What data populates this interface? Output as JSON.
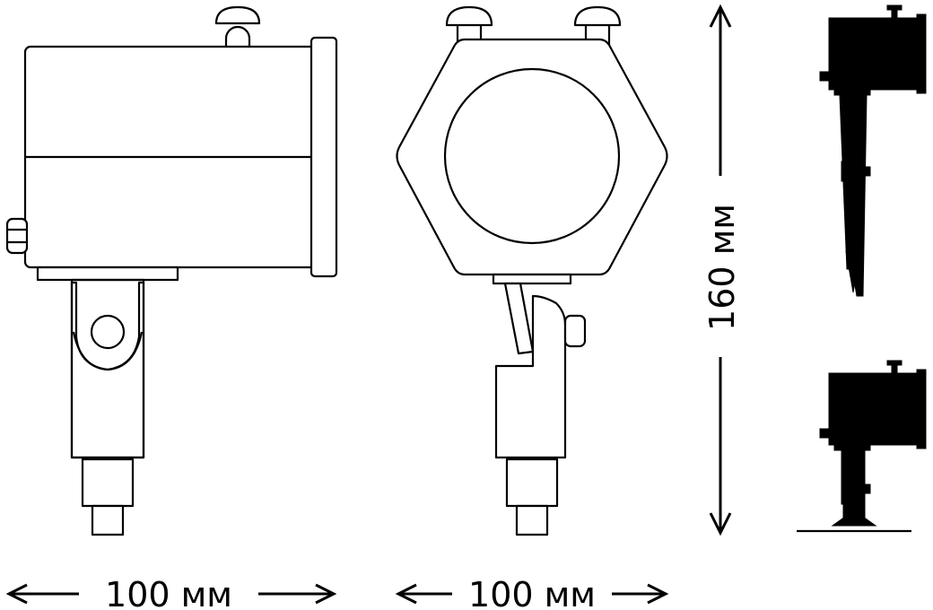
{
  "dimensions": {
    "width_label": "100 мм",
    "depth_label": "100 мм",
    "height_label": "160 мм"
  }
}
